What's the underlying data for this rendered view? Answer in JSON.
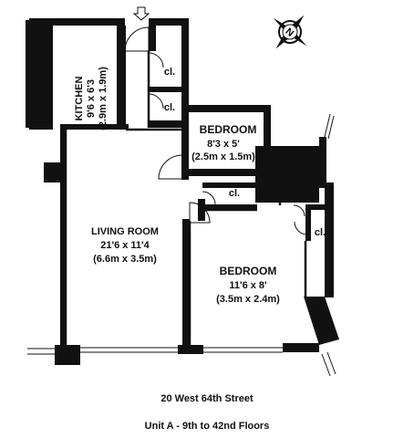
{
  "plan": {
    "kitchen": {
      "name": "KITCHEN",
      "dims": "9'6 x 6'3",
      "metric": "(2.9m x 1.9m)"
    },
    "bedroom_small": {
      "name": "BEDROOM",
      "dims": "8'3 x 5'",
      "metric": "(2.5m x 1.5m)"
    },
    "living_room": {
      "name": "LIVING ROOM",
      "dims": "21'6 x 11'4",
      "metric": "(6.6m x 3.5m)"
    },
    "bedroom_large": {
      "name": "BEDROOM",
      "dims": "11'6 x 8'",
      "metric": "(3.5m x 2.4m)"
    },
    "closet_label": "cl.",
    "compass_letter": "N"
  },
  "caption": {
    "address": "20 West 64th Street",
    "unit": "Unit A - 9th to 42nd Floors"
  },
  "colors": {
    "wall": "#111111",
    "background": "#ffffff"
  },
  "icons": [
    "entry-arrow-icon",
    "compass-icon"
  ]
}
